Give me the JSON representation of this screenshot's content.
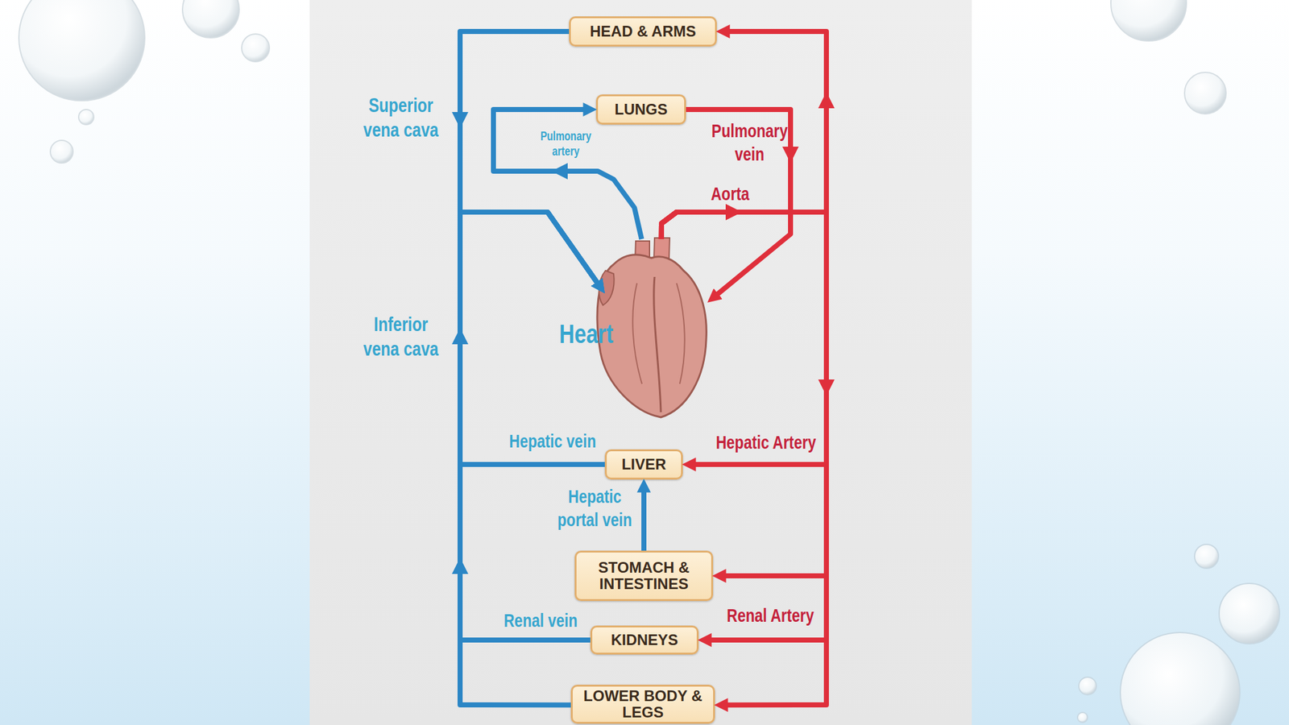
{
  "diagram": {
    "nodes": [
      {
        "text": [
          "HEAD & ARMS"
        ]
      },
      {
        "text": [
          "LUNGS"
        ]
      },
      {
        "text": [
          "Heart"
        ]
      },
      {
        "text": [
          "LIVER"
        ]
      },
      {
        "text": [
          "STOMACH & INTESTINES"
        ]
      },
      {
        "text": [
          "KIDNEYS"
        ]
      },
      {
        "text": [
          "LOWER BODY & LEGS"
        ]
      }
    ],
    "edges": [
      {
        "from": 2,
        "to": 1,
        "arrow": "to",
        "label": "Pulmonary artery"
      },
      {
        "from": 1,
        "to": 2,
        "arrow": "to",
        "label": "Pulmonary vein"
      },
      {
        "from": 2,
        "to": 0,
        "arrow": "to"
      },
      {
        "from": 0,
        "to": 2,
        "arrow": "to",
        "label": "Superior vena cava"
      },
      {
        "from": 2,
        "to": 3,
        "arrow": "to",
        "label": "Hepatic Artery"
      },
      {
        "from": 3,
        "to": 2,
        "arrow": "to",
        "label": "Hepatic vein"
      },
      {
        "from": 4,
        "to": 3,
        "arrow": "to",
        "label": "Hepatic portal vein"
      },
      {
        "from": 2,
        "to": 4,
        "arrow": "to"
      },
      {
        "from": 2,
        "to": 5,
        "arrow": "to",
        "label": "Renal Artery"
      },
      {
        "from": 5,
        "to": 2,
        "arrow": "to",
        "label": "Renal vein"
      },
      {
        "from": 2,
        "to": 6,
        "arrow": "to"
      },
      {
        "from": 6,
        "to": 2,
        "arrow": "to"
      }
    ],
    "labels": [
      "Aorta",
      "Inferior vena cava"
    ]
  }
}
